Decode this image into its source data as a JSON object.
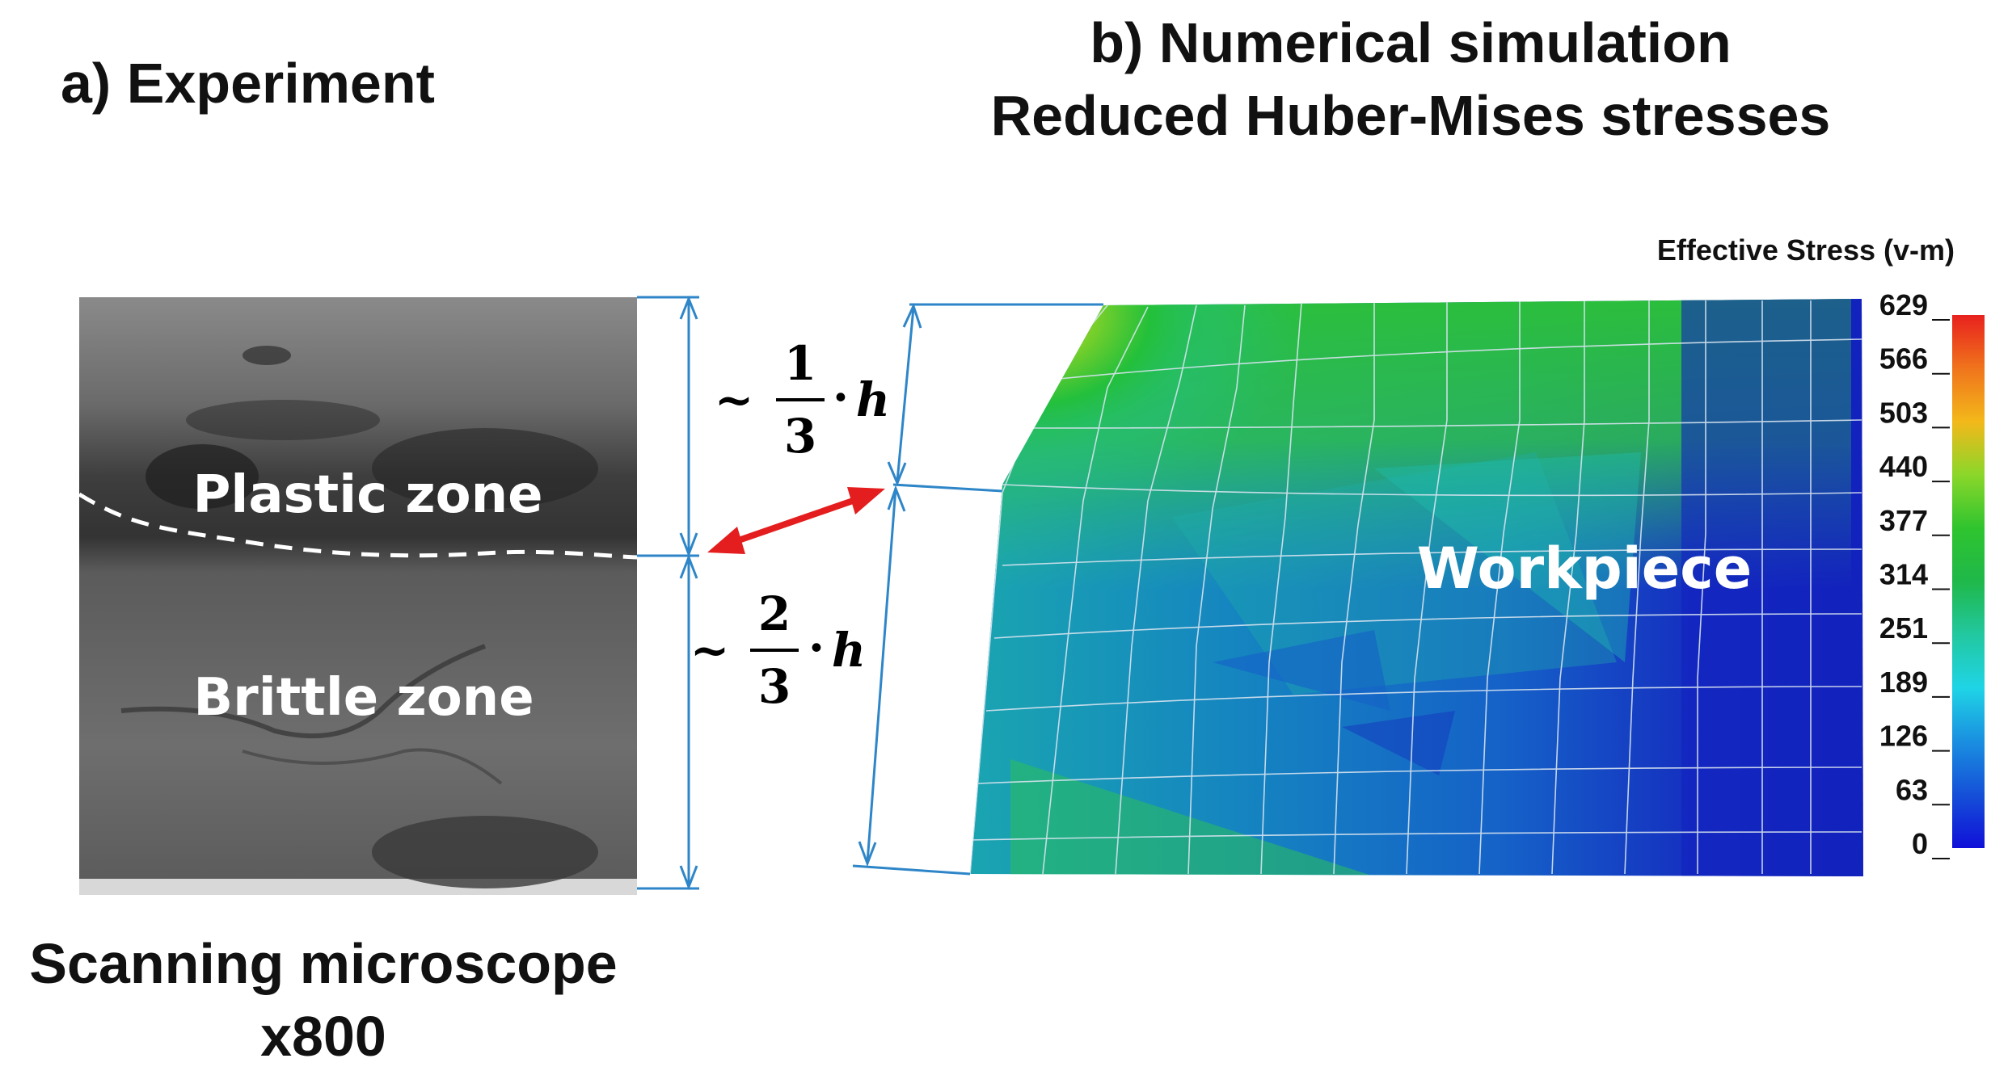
{
  "panel_a": {
    "title": "a) Experiment",
    "caption_line1": "Scanning microscope",
    "caption_line2": "x800",
    "plastic_label": "Plastic zone",
    "brittle_label": "Brittle zone"
  },
  "panel_b": {
    "title_line1": "b) Numerical simulation",
    "title_line2": "Reduced Huber-Mises stresses",
    "workpiece_label": "Workpiece"
  },
  "dimensions": {
    "upper": {
      "prefix": "~",
      "numerator": "1",
      "denominator": "3",
      "dot": "·",
      "variable": "h"
    },
    "lower": {
      "prefix": "~",
      "numerator": "2",
      "denominator": "3",
      "dot": "·",
      "variable": "h"
    }
  },
  "legend": {
    "title": "Effective Stress (v-m)",
    "ticks": [
      "629",
      "566",
      "503",
      "440",
      "377",
      "314",
      "251",
      "189",
      "126",
      "63",
      "0"
    ],
    "colors": [
      "#e8211e",
      "#f0741c",
      "#f3b81a",
      "#8bd72a",
      "#2fc42f",
      "#1fb84a",
      "#22c8a0",
      "#1fd4e6",
      "#1a8fe0",
      "#1550d8",
      "#1010d8"
    ]
  },
  "colors": {
    "dimension_line": "#2e86c8",
    "double_arrow": "#e41e1e"
  }
}
